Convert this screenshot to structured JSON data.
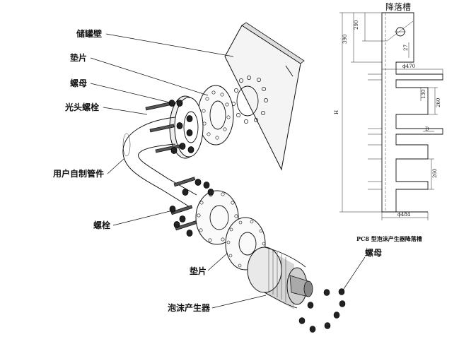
{
  "left_labels": {
    "tank_wall": "储罐壁",
    "gasket_top": "垫片",
    "nut_top": "螺母",
    "bright_bolt": "光头螺栓",
    "user_pipe": "用户自制管件",
    "bolt": "螺栓",
    "gasket_bottom": "垫片",
    "foam_generator": "泡沫产生器",
    "nut_right": "螺母"
  },
  "drawing": {
    "title": "降落槽",
    "caption": "PC8 型泡沫产生器降落槽",
    "dims": {
      "d290": "290",
      "d390": "390",
      "d27": "27",
      "d470": "ϕ470",
      "d130": "130",
      "d260a": "260",
      "dH": "H",
      "dD": "D",
      "d260b": "260",
      "d484": "ϕ484"
    }
  }
}
